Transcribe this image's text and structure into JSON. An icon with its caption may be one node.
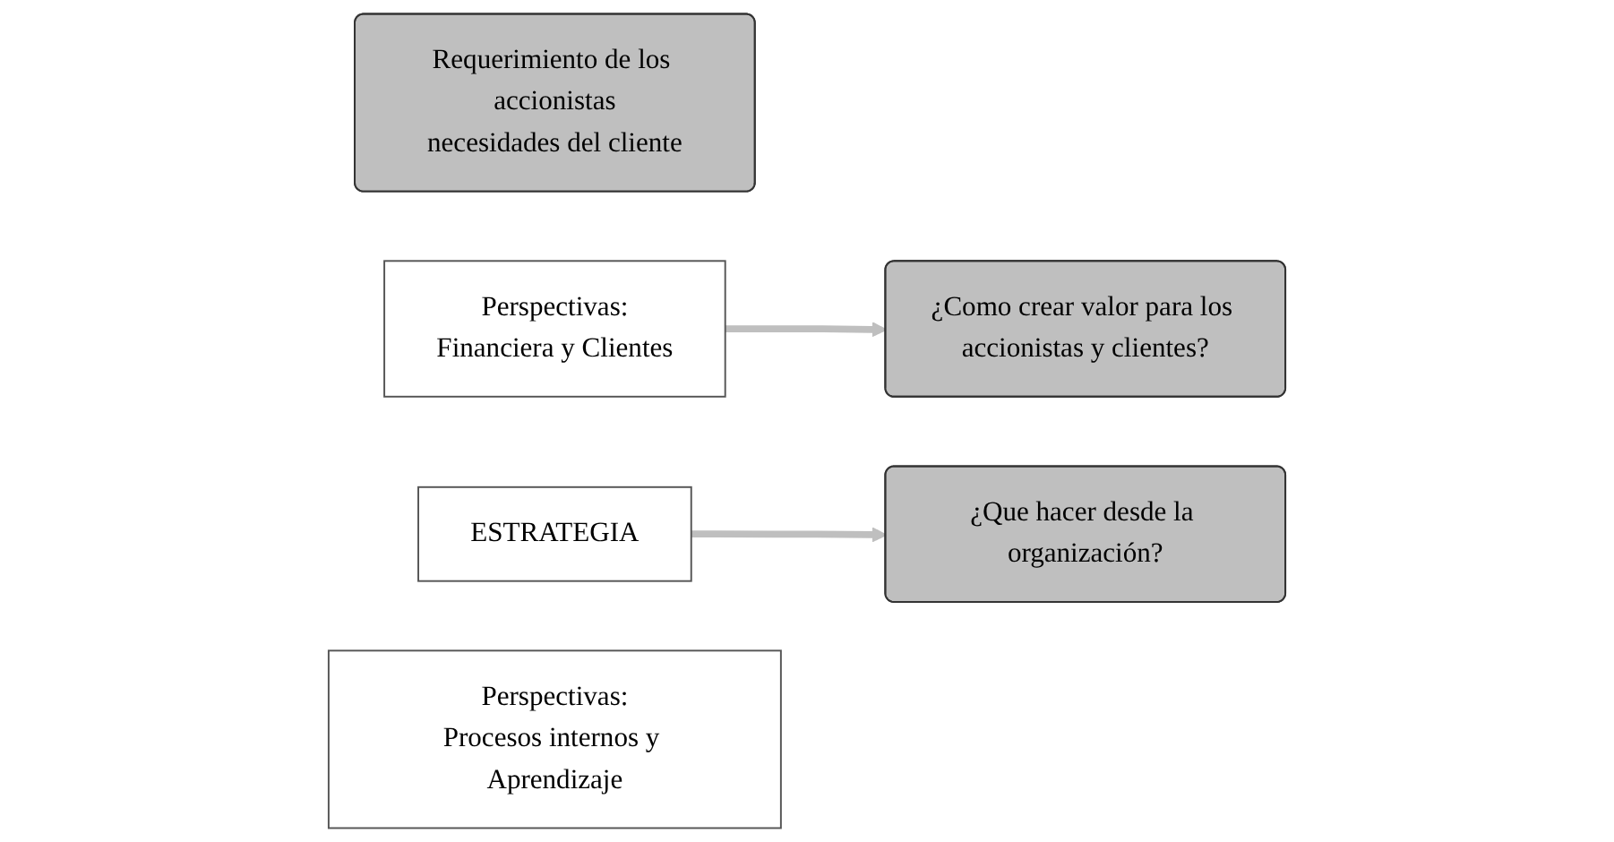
{
  "diagram": {
    "nodes": [
      {
        "text": [
          "Requerimiento de los accionistas",
          "necesidades del cliente"
        ]
      },
      {
        "text": [
          "Perspectivas:",
          "Financiera y Clientes"
        ]
      },
      {
        "text": [
          "ESTRATEGIA"
        ]
      },
      {
        "text": [
          "¿Como crear valor para los accionistas y clientes?"
        ]
      },
      {
        "text": [
          "¿Que hacer desde la organización?"
        ]
      },
      {
        "text": [
          "Perspectivas:",
          "Procesos internos y Aprendizaje"
        ]
      }
    ],
    "edges": [
      {
        "from": 1,
        "to": 3,
        "arrow": "to"
      },
      {
        "from": 2,
        "to": 4,
        "arrow": "to"
      }
    ]
  }
}
